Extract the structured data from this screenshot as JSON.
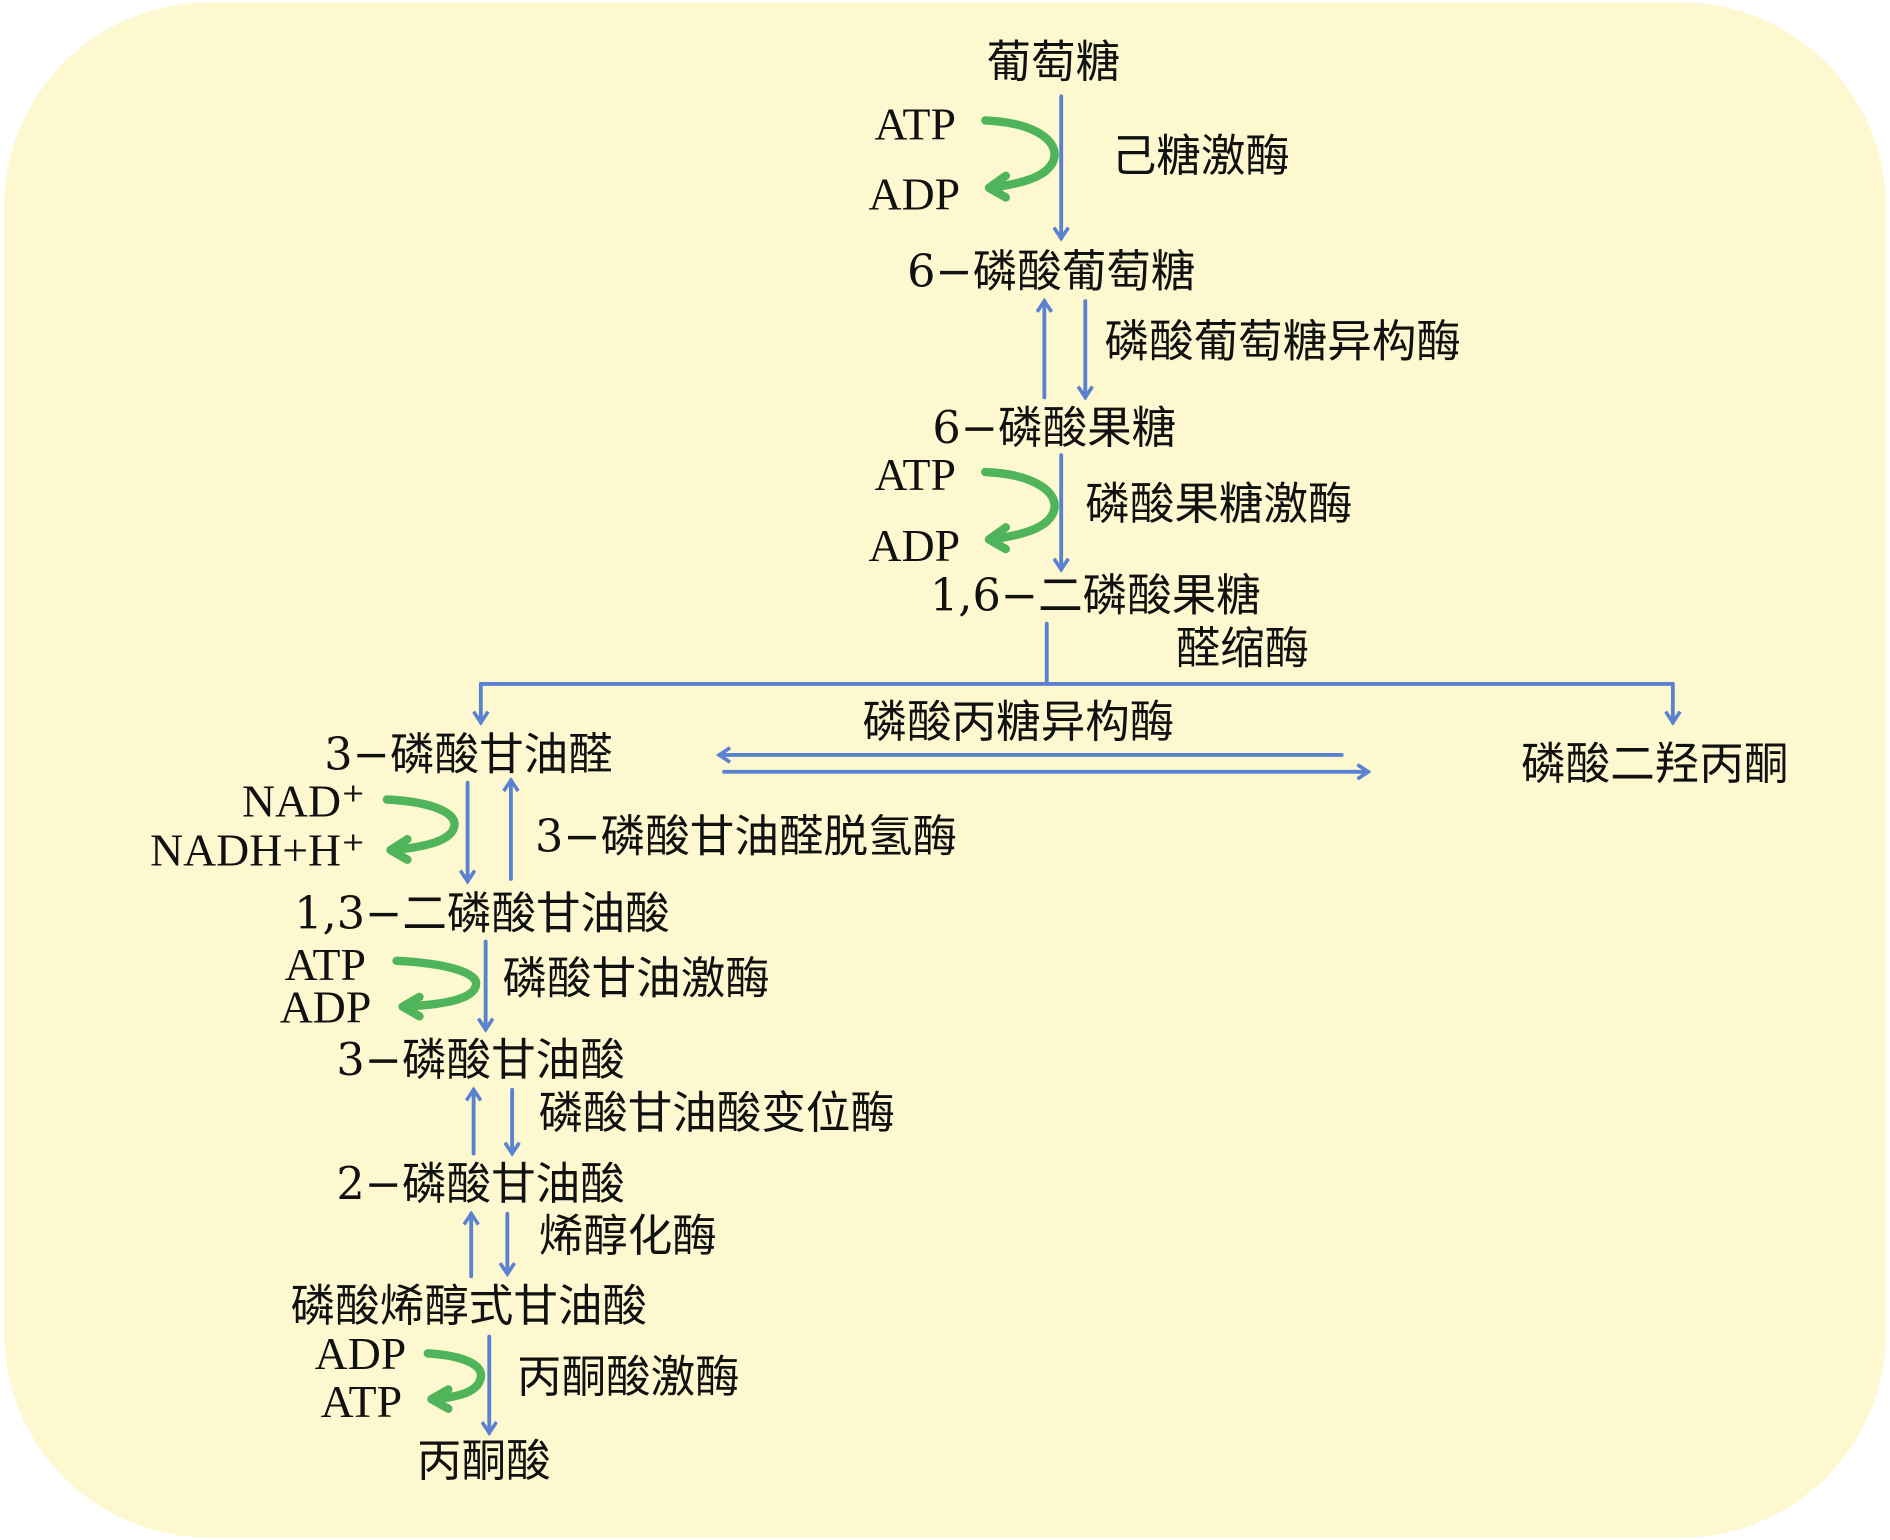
{
  "colors": {
    "background": "#fdf8d0",
    "arrow": "#5b82d0",
    "cofactor_arrow": "#4fb45a"
  },
  "metabolites": {
    "glucose": "葡萄糖",
    "g6p": "6−磷酸葡萄糖",
    "f6p": "6−磷酸果糖",
    "f16bp": "1,6−二磷酸果糖",
    "g3p": "3−磷酸甘油醛",
    "dhap": "磷酸二羟丙酮",
    "bpg13": "1,3−二磷酸甘油酸",
    "pg3": "3−磷酸甘油酸",
    "pg2": "2−磷酸甘油酸",
    "pep": "磷酸烯醇式甘油酸",
    "pyruvate": "丙酮酸"
  },
  "enzymes": {
    "hexokinase": "己糖激酶",
    "pgi": "磷酸葡萄糖异构酶",
    "pfk": "磷酸果糖激酶",
    "aldolase": "醛缩酶",
    "tpi": "磷酸丙糖异构酶",
    "gapdh": "3−磷酸甘油醛脱氢酶",
    "pgk": "磷酸甘油激酶",
    "pgm": "磷酸甘油酸变位酶",
    "enolase": "烯醇化酶",
    "pk": "丙酮酸激酶"
  },
  "cofactors": {
    "step1_in": "ATP",
    "step1_out": "ADP",
    "step3_in": "ATP",
    "step3_out": "ADP",
    "step6_in": "NAD⁺",
    "step6_out": "NADH+H⁺",
    "step7_in": "ATP",
    "step7_out": "ADP",
    "step10_in": "ADP",
    "step10_out": "ATP"
  }
}
